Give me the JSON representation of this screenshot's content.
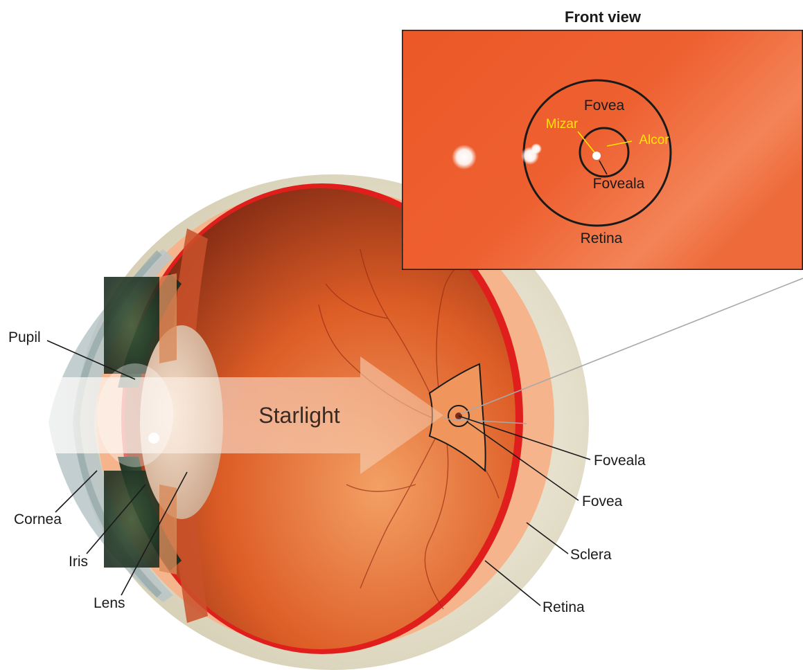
{
  "inset": {
    "title": "Front view",
    "labels": {
      "fovea": "Fovea",
      "foveala": "Foveala",
      "retina": "Retina",
      "mizar": "Mizar",
      "alcor": "Alcor"
    }
  },
  "eye": {
    "starlight": "Starlight",
    "labels": {
      "pupil": "Pupil",
      "cornea": "Cornea",
      "iris": "Iris",
      "lens": "Lens",
      "foveala": "Foveala",
      "fovea": "Fovea",
      "sclera": "Sclera",
      "retina": "Retina"
    }
  },
  "colors": {
    "inset_bg": "#ee5a2c",
    "vitreous": "#d8501e",
    "retina_red": "#e01f1c",
    "sclera": "#ece6cf",
    "star_label": "#ffe600"
  }
}
